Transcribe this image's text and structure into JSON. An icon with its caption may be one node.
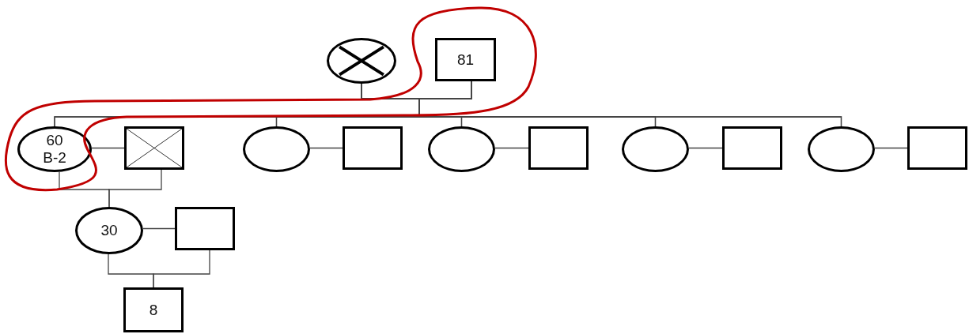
{
  "diagram": {
    "nodes": [
      {
        "text": [],
        "shape": "circle"
      },
      {
        "text": [
          "81"
        ]
      },
      {
        "text": [
          "60",
          "B-2"
        ]
      },
      {
        "text": [],
        "shape": "box"
      },
      {
        "text": [],
        "shape": "circle"
      },
      {
        "text": [],
        "shape": "box"
      },
      {
        "text": [],
        "shape": "circle"
      },
      {
        "text": [],
        "shape": "box"
      },
      {
        "text": [],
        "shape": "circle"
      },
      {
        "text": [],
        "shape": "box"
      },
      {
        "text": [],
        "shape": "circle"
      },
      {
        "text": [],
        "shape": "box"
      },
      {
        "text": [
          "30"
        ]
      },
      {
        "text": [],
        "shape": "box"
      },
      {
        "text": [
          "8"
        ]
      }
    ],
    "edges": [
      {
        "from": 0,
        "to": 2,
        "arrow": "none"
      },
      {
        "from": 1,
        "to": 2,
        "arrow": "none"
      },
      {
        "from": 0,
        "to": 4,
        "arrow": "none"
      },
      {
        "from": 1,
        "to": 4,
        "arrow": "none"
      },
      {
        "from": 0,
        "to": 6,
        "arrow": "none"
      },
      {
        "from": 1,
        "to": 6,
        "arrow": "none"
      },
      {
        "from": 0,
        "to": 8,
        "arrow": "none"
      },
      {
        "from": 1,
        "to": 8,
        "arrow": "none"
      },
      {
        "from": 0,
        "to": 10,
        "arrow": "none"
      },
      {
        "from": 1,
        "to": 10,
        "arrow": "none"
      },
      {
        "from": 2,
        "to": 3,
        "arrow": "none"
      },
      {
        "from": 4,
        "to": 5,
        "arrow": "none"
      },
      {
        "from": 6,
        "to": 7,
        "arrow": "none"
      },
      {
        "from": 8,
        "to": 9,
        "arrow": "none"
      },
      {
        "from": 10,
        "to": 11,
        "arrow": "none"
      },
      {
        "from": 2,
        "to": 12,
        "arrow": "none"
      },
      {
        "from": 3,
        "to": 12,
        "arrow": "none"
      },
      {
        "from": 12,
        "to": 13,
        "arrow": "none"
      },
      {
        "from": 12,
        "to": 14,
        "arrow": "none"
      },
      {
        "from": 13,
        "to": 14,
        "arrow": "none"
      }
    ]
  }
}
